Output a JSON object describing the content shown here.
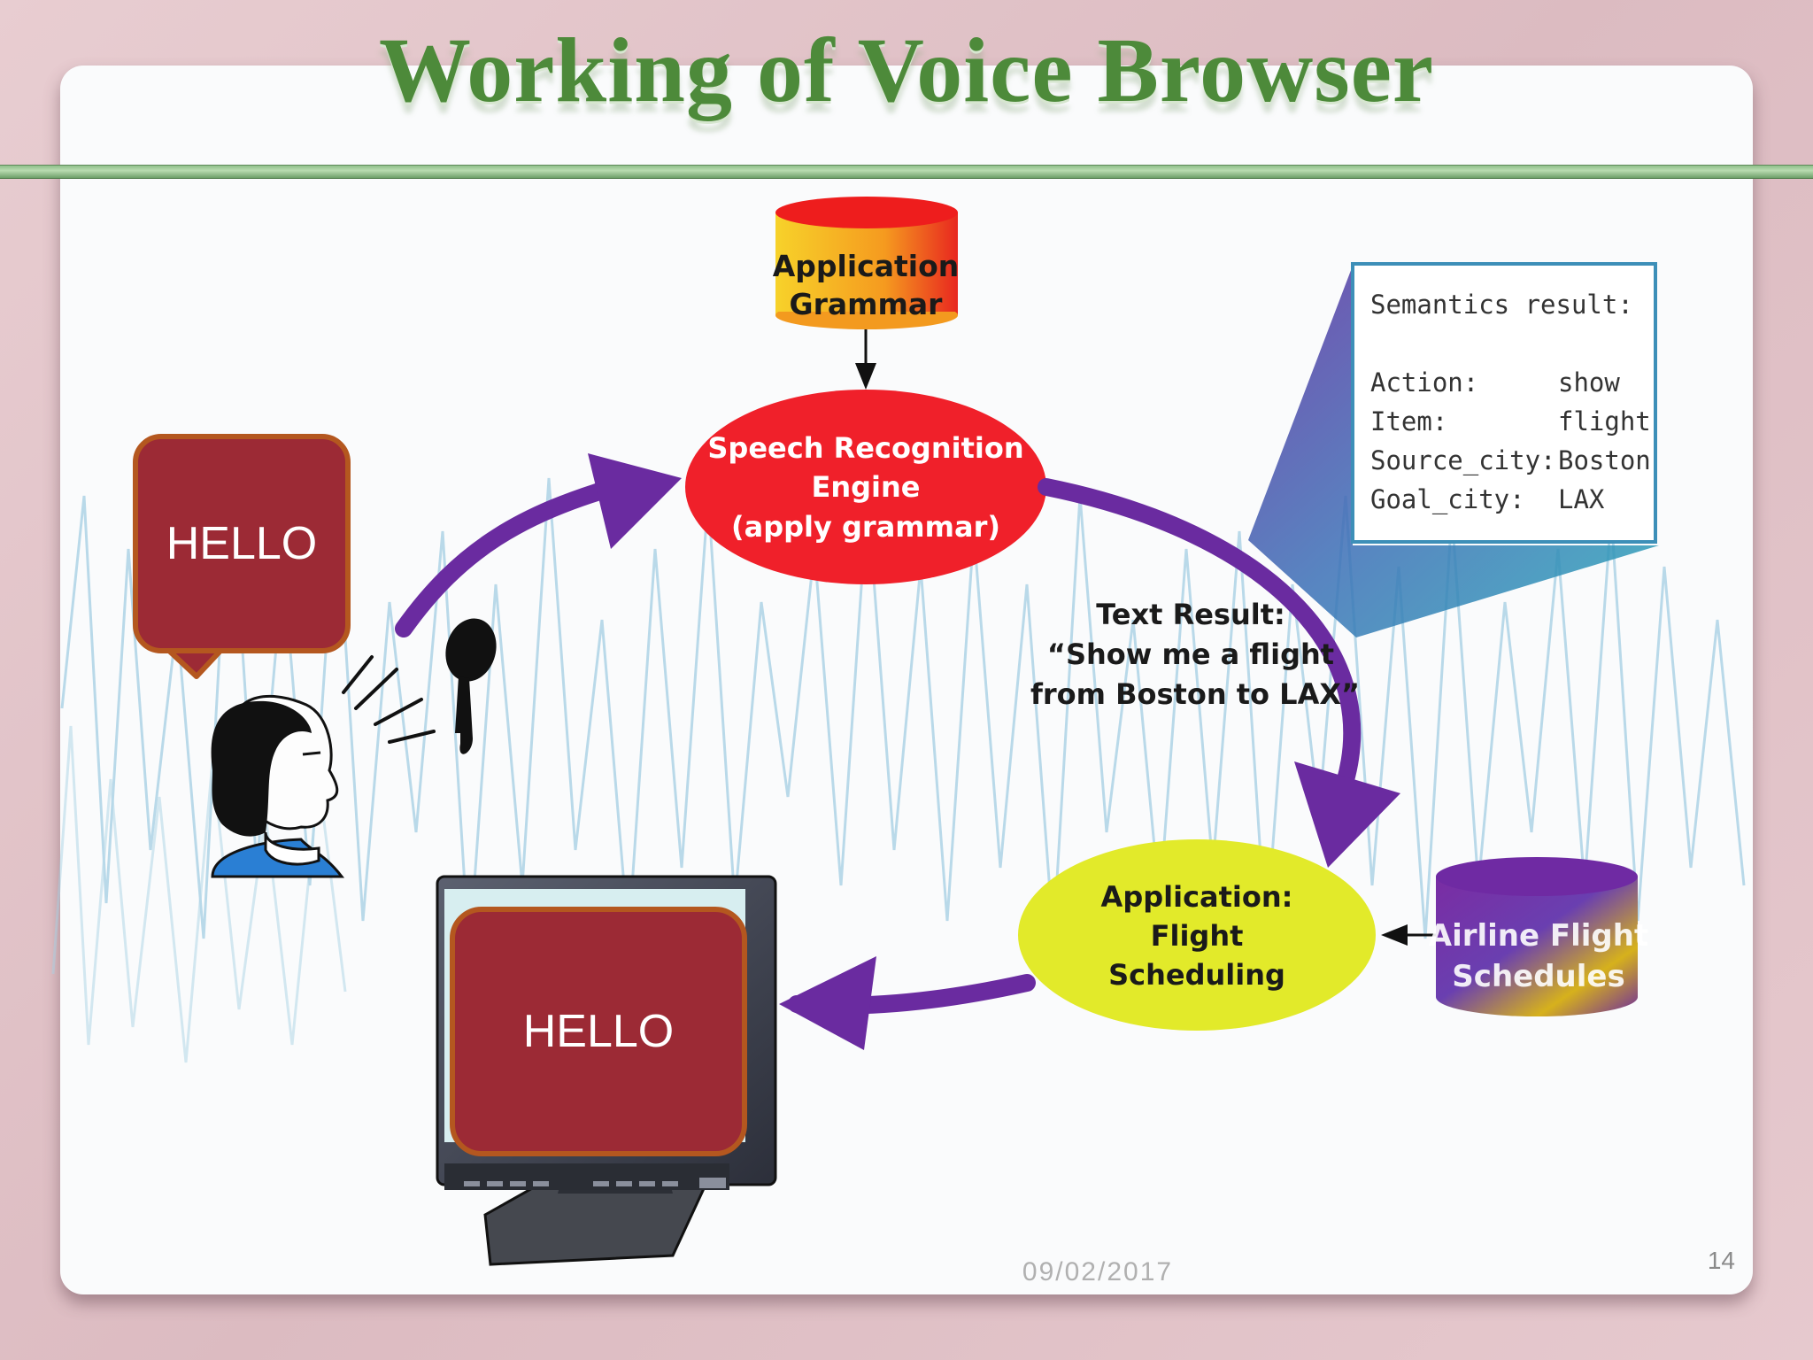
{
  "slide": {
    "title": "Working of Voice Browser",
    "date": "09/02/2017",
    "page_number": "14"
  },
  "speech_bubble": {
    "text": "HELLO"
  },
  "screen_bubble": {
    "text": "HELLO"
  },
  "app_grammar": {
    "line1": "Application",
    "line2": "Grammar"
  },
  "speech_engine": {
    "line1": "Speech Recognition",
    "line2": "Engine",
    "line3": "(apply grammar)"
  },
  "text_result": {
    "line1": "Text Result:",
    "line2": "“Show me a flight",
    "line3": "from Boston to LAX”"
  },
  "app_scheduling": {
    "line1": "Application:",
    "line2": "Flight",
    "line3": "Scheduling"
  },
  "flight_db": {
    "line1": "Airline Flight",
    "line2": "Schedules"
  },
  "semantics": {
    "title": "Semantics result:",
    "rows": [
      {
        "key": "Action:",
        "value": "show"
      },
      {
        "key": "Item:",
        "value": "flight"
      },
      {
        "key": "Source_city:",
        "value": "Boston"
      },
      {
        "key": "Goal_city:",
        "value": "LAX"
      }
    ]
  },
  "colors": {
    "title_green": "#4d8a3a",
    "bubble_fill": "#9c2a35",
    "bubble_border": "#b4571f",
    "flow_arrow": "#6a2ba0",
    "engine_fill": "#f0202a",
    "scheduling_fill": "#e2ea2a",
    "semantics_border": "#3d8fb8"
  },
  "icons": [
    "person-icon",
    "microphone-icon",
    "monitor-icon",
    "database-icon"
  ]
}
